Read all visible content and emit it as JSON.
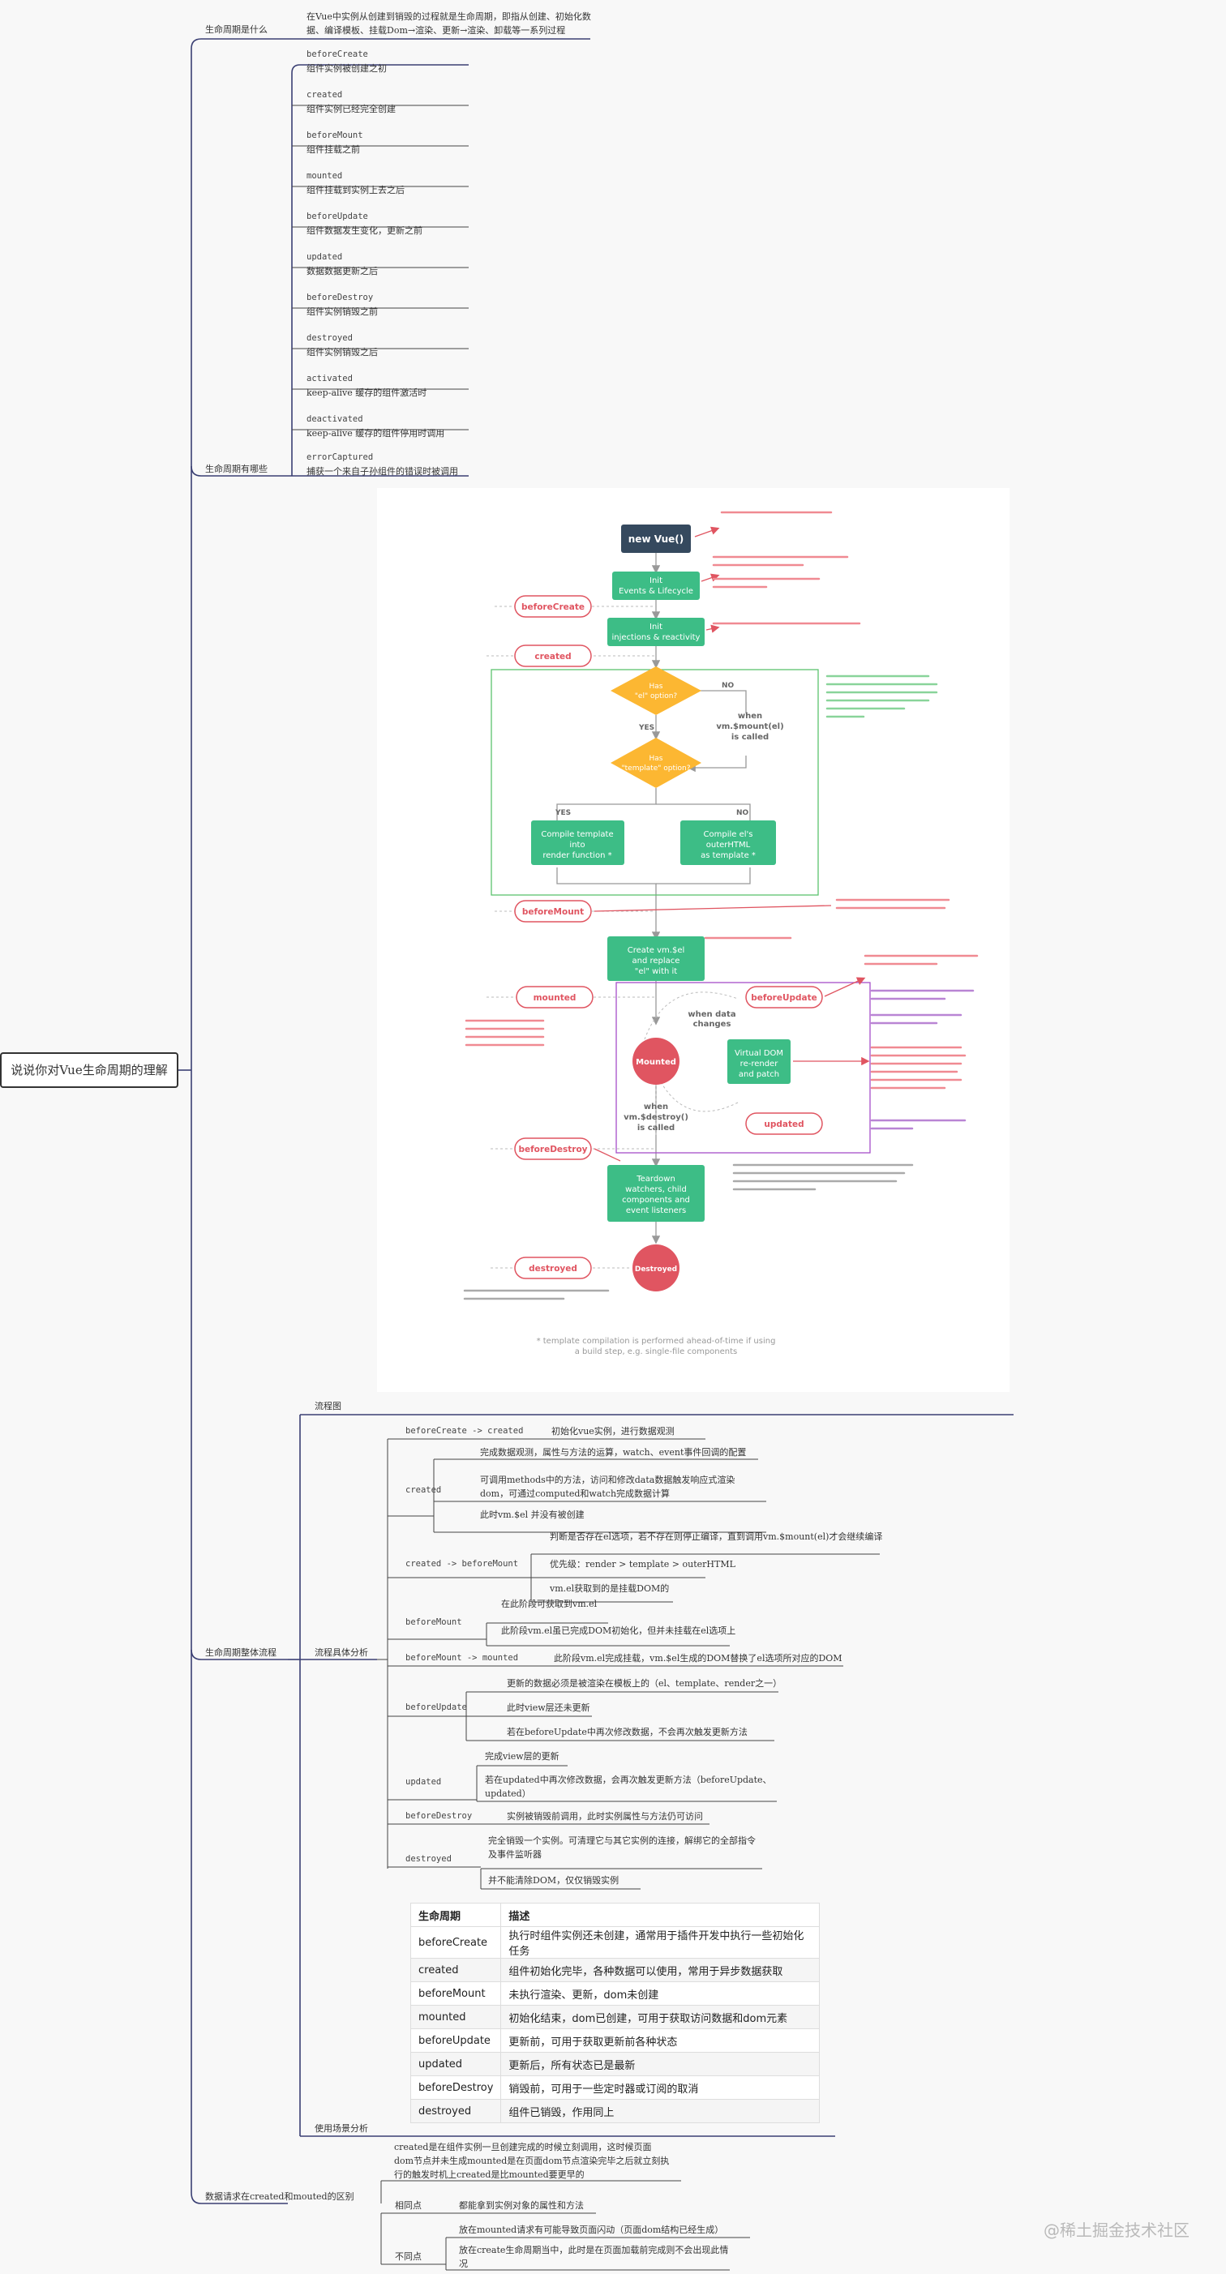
{
  "root": "说说你对Vue生命周期的理解",
  "branches": {
    "what": "生命周期是什么",
    "which": "生命周期有哪些",
    "flow": "生命周期整体流程",
    "diff": "数据请求在created和mouted的区别"
  },
  "what_text": "在Vue中实例从创建到销毁的过程就是生命周期，即指从创建、初始化数据、编译模板、挂载Dom→渲染、更新→渲染、卸载等一系列过程",
  "hooks": [
    {
      "name": "beforeCreate",
      "desc": "组件实例被创建之初"
    },
    {
      "name": "created",
      "desc": "组件实例已经完全创建"
    },
    {
      "name": "beforeMount",
      "desc": "组件挂载之前"
    },
    {
      "name": "mounted",
      "desc": "组件挂载到实例上去之后"
    },
    {
      "name": "beforeUpdate",
      "desc": "组件数据发生变化，更新之前"
    },
    {
      "name": "updated",
      "desc": "数据数据更新之后"
    },
    {
      "name": "beforeDestroy",
      "desc": "组件实例销毁之前"
    },
    {
      "name": "destroyed",
      "desc": "组件实例销毁之后"
    },
    {
      "name": "activated",
      "desc": "keep-alive 缓存的组件激活时"
    },
    {
      "name": "deactivated",
      "desc": "keep-alive 缓存的组件停用时调用"
    },
    {
      "name": "errorCaptured",
      "desc": "捕获一个来自子孙组件的错误时被调用"
    }
  ],
  "flow": {
    "chart_label": "流程图",
    "analysis_label": "流程具体分析",
    "usage_label": "使用场景分析",
    "c1": "beforeCreate -> created",
    "c1_leaf": "初始化vue实例，进行数据观测",
    "c2": "created",
    "c2_leaves": [
      "完成数据观测，属性与方法的运算，watch、event事件回调的配置",
      "可调用methods中的方法，访问和修改data数据触发响应式渲染dom，可通过computed和watch完成数据计算",
      "此时vm.$el 并没有被创建"
    ],
    "c3": "created -> beforeMount",
    "c3_leaf1": "判断是否存在el选项，若不存在则停止编译，直到调用vm.$mount(el)才会继续编译",
    "c3_leaf2": "优先级：render > template > outerHTML",
    "c3_leaf3": "vm.el获取到的是挂载DOM的",
    "c4": "beforeMount",
    "c4_leaves": [
      "在此阶段可获取到vm.el",
      "此阶段vm.el虽已完成DOM初始化，但并未挂载在el选项上"
    ],
    "c5": "beforeMount -> mounted",
    "c5_leaf": "此阶段vm.el完成挂载，vm.$el生成的DOM替换了el选项所对应的DOM",
    "c6": "beforeUpdate",
    "c6_leaves": [
      "更新的数据必须是被渲染在模板上的（el、template、render之一）",
      "此时view层还未更新",
      "若在beforeUpdate中再次修改数据，不会再次触发更新方法"
    ],
    "c7": "updated",
    "c7_leaves": [
      "完成view层的更新",
      "若在updated中再次修改数据，会再次触发更新方法（beforeUpdate、updated）"
    ],
    "c8": "beforeDestroy",
    "c8_leaf": "实例被销毁前调用，此时实例属性与方法仍可访问",
    "c9": "destroyed",
    "c9_leaves": [
      "完全销毁一个实例。可清理它与其它实例的连接，解绑它的全部指令及事件监听器",
      "并不能清除DOM，仅仅销毁实例"
    ]
  },
  "table": {
    "headers": [
      "生命周期",
      "描述"
    ],
    "rows": [
      [
        "beforeCreate",
        "执行时组件实例还未创建，通常用于插件开发中执行一些初始化任务"
      ],
      [
        "created",
        "组件初始化完毕，各种数据可以使用，常用于异步数据获取"
      ],
      [
        "beforeMount",
        "未执行渲染、更新，dom未创建"
      ],
      [
        "mounted",
        "初始化结束，dom已创建，可用于获取访问数据和dom元素"
      ],
      [
        "beforeUpdate",
        "更新前，可用于获取更新前各种状态"
      ],
      [
        "updated",
        "更新后，所有状态已是最新"
      ],
      [
        "beforeDestroy",
        "销毁前，可用于一些定时器或订阅的取消"
      ],
      [
        "destroyed",
        "组件已销毁，作用同上"
      ]
    ]
  },
  "diff": {
    "intro": "created是在组件实例一旦创建完成的时候立刻调用，这时候页面dom节点并未生成mounted是在页面dom节点渲染完毕之后就立刻执行的触发时机上created是比mounted要更早的",
    "same_label": "相同点",
    "same_leaf": "都能拿到实例对象的属性和方法",
    "diff_label": "不同点",
    "diff_leaves": [
      "放在mounted请求有可能导致页面闪动（页面dom结构已经生成）",
      "放在create生命周期当中，此时是在页面加载前完成则不会出现此情况"
    ]
  },
  "diagram": {
    "new_vue": "new Vue()",
    "init_events_1": "Init",
    "init_events_2": "Events & Lifecycle",
    "init_inject_1": "Init",
    "init_inject_2": "injections & reactivity",
    "has_el_1": "Has",
    "has_el_2": "\"el\" option?",
    "has_tpl_1": "Has",
    "has_tpl_2": "\"template\" option?",
    "yes": "YES",
    "no": "NO",
    "when_mount_1": "when",
    "when_mount_2": "vm.$mount(el)",
    "when_mount_3": "is called",
    "compile_tpl": [
      "Compile template",
      "into",
      "render function *"
    ],
    "compile_el": [
      "Compile el's",
      "outerHTML",
      "as template *"
    ],
    "create_el": [
      "Create vm.$el",
      "and replace",
      "\"el\" with it"
    ],
    "mounted": "Mounted",
    "when_data_1": "when data",
    "when_data_2": "changes",
    "vdom": [
      "Virtual DOM",
      "re-render",
      "and patch"
    ],
    "when_destroy_1": "when",
    "when_destroy_2": "vm.$destroy()",
    "when_destroy_3": "is called",
    "teardown": [
      "Teardown",
      "watchers, child",
      "components and",
      "event listeners"
    ],
    "destroyed_circle": "Destroyed",
    "hook_beforeCreate": "beforeCreate",
    "hook_created": "created",
    "hook_beforeMount": "beforeMount",
    "hook_mounted": "mounted",
    "hook_beforeUpdate": "beforeUpdate",
    "hook_updated": "updated",
    "hook_beforeDestroy": "beforeDestroy",
    "hook_destroyed": "destroyed",
    "footnote_1": "* template compilation is performed ahead-of-time if using",
    "footnote_2": "a build step, e.g. single-file components",
    "colors": {
      "red": "#e05561",
      "green": "#3dbd86",
      "yellow": "#fcb732",
      "navy": "#35495e",
      "purple": "#a64fc9",
      "greenline": "#5cc36e"
    }
  },
  "watermark": "@稀土掘金技术社区"
}
